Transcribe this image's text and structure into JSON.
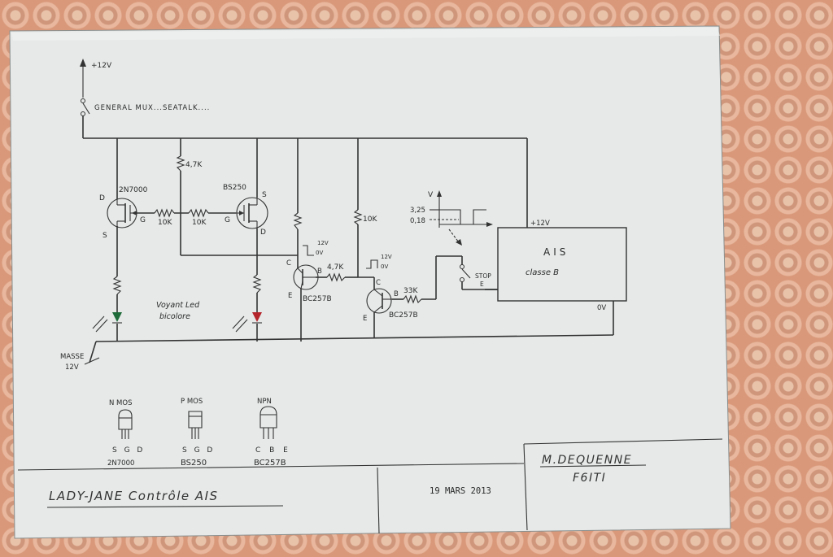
{
  "schematic": {
    "supply_label": "+12V",
    "switch_label": "GENERAL  MUX...SEATALK....",
    "masse_label_1": "MASSE",
    "masse_label_2": "12V",
    "q1": {
      "part": "2N7000",
      "drain": "D",
      "gate": "G",
      "source": "S"
    },
    "q2": {
      "part": "BS250",
      "source": "S",
      "gate": "G",
      "drain": "D"
    },
    "r_pullup": "4,7K",
    "r_gate_1": "10K",
    "r_gate_2": "10K",
    "r_base_1": "4,7K",
    "r_collector": "10K",
    "r_base_2": "33K",
    "q3": {
      "part": "BC257B",
      "c": "C",
      "b": "B",
      "e": "E"
    },
    "q4": {
      "part": "BC257B",
      "c": "C",
      "b": "B",
      "e": "E"
    },
    "pulse_1": {
      "high": "12V",
      "low": "0V"
    },
    "pulse_2": {
      "high": "12V",
      "low": "0V"
    },
    "led_label_1": "Voyant Led",
    "led_label_2": "bicolore",
    "waveform": {
      "axis": "V",
      "high": "3,25",
      "low": "0,18"
    },
    "stop_label_1": "STOP",
    "stop_label_2": "E",
    "ais_block": {
      "title": "AIS",
      "subtitle": "classe B",
      "supply": "+12V",
      "ground": "0V"
    },
    "pinouts": [
      {
        "type": "N MOS",
        "pins": "S G D",
        "part": "2N7000"
      },
      {
        "type": "P MOS",
        "pins": "S G D",
        "part": "BS250"
      },
      {
        "type": "NPN",
        "pins": "C B E",
        "part": "BC257B"
      }
    ]
  },
  "title_block": {
    "title": "LADY-JANE   Contrôle AIS",
    "date": "19 MARS 2013",
    "author": "M.DEQUENNE",
    "callsign": "F6ITI"
  },
  "colors": {
    "led_green": "#1f6b3a",
    "led_red": "#b3242b",
    "paper": "#e9eceb"
  }
}
